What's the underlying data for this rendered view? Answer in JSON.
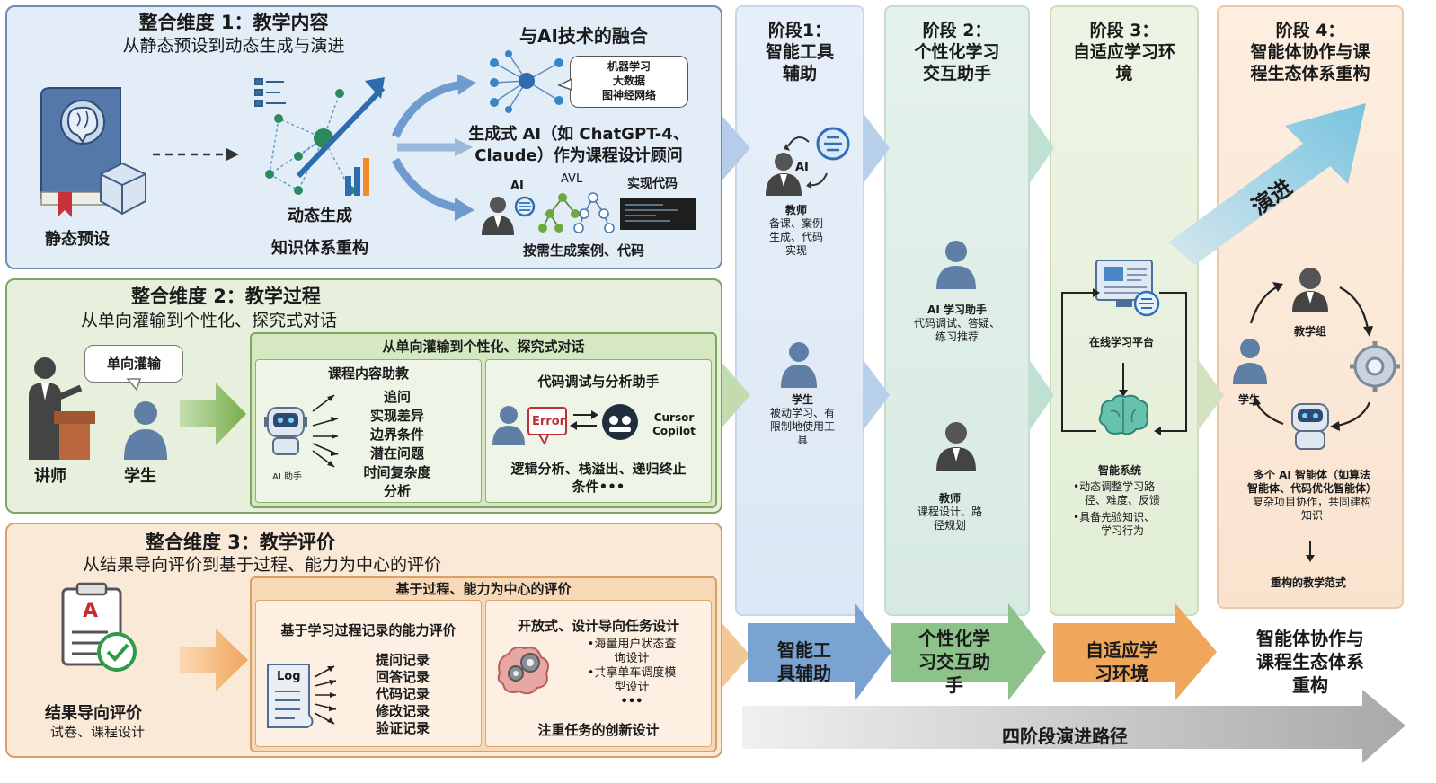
{
  "dim1": {
    "title": "整合维度 1：教学内容",
    "subtitle": "从静态预设到动态生成与演进",
    "static_label": "静态预设",
    "dynamic_label_1": "动态生成",
    "dynamic_label_2": "知识体系重构",
    "fusion_title": "与AI技术的融合",
    "bubble_lines": [
      "机器学习",
      "大数据",
      "图神经网络"
    ],
    "genai_line1": "生成式 AI（如 ChatGPT-4、",
    "genai_line2": "Claude）作为课程设计顾问",
    "ai_tag": "AI",
    "avl_tag": "AVL",
    "code_tag": "实现代码",
    "code_caption": "按需生成案例、代码"
  },
  "dim2": {
    "title": "整合维度 2：教学过程",
    "subtitle": "从单向灌输到个性化、探究式对话",
    "speech": "单向灌输",
    "lecturer": "讲师",
    "student": "学生",
    "box_header": "从单向灌输到个性化、探究式对话",
    "left_box_title": "课程内容助教",
    "ai_assistant": "AI 助手",
    "left_items": [
      "追问",
      "实现差异",
      "边界条件",
      "潜在问题",
      "时间复杂度",
      "分析"
    ],
    "right_box_title": "代码调试与分析助手",
    "error_tag": "Error",
    "cursor_label_1": "Cursor",
    "cursor_label_2": "Copilot",
    "right_caption_1": "逻辑分析、栈溢出、递归终止",
    "right_caption_2": "条件•••"
  },
  "dim3": {
    "title": "整合维度 3：教学评价",
    "subtitle": "从结果导向评价到基于过程、能力为中心的评价",
    "grade_letter": "A",
    "result_label": "结果导向评价",
    "result_sub": "试卷、课程设计",
    "box_header": "基于过程、能力为中心的评价",
    "left_box_title": "基于学习过程记录的能力评价",
    "log_tag": "Log",
    "records": [
      "提问记录",
      "回答记录",
      "代码记录",
      "修改记录",
      "验证记录"
    ],
    "right_box_title": "开放式、设计导向任务设计",
    "tasks": [
      "•海量用户状态查",
      "询设计",
      "•共享单车调度模",
      "型设计",
      "•••"
    ],
    "right_caption": "注重任务的创新设计"
  },
  "stages": {
    "s1": {
      "title": [
        "阶段1：",
        "智能工具",
        "辅助"
      ],
      "ai_tag": "AI",
      "teacher_label": "教师",
      "teacher_desc": [
        "备课、案例",
        "生成、代码",
        "实现"
      ],
      "student_label": "学生",
      "student_desc": [
        "被动学习、有",
        "限制地使用工",
        "具"
      ],
      "bottom": [
        "智能工",
        "具辅助"
      ]
    },
    "s2": {
      "title": [
        "阶段 2：",
        "个性化学习",
        "交互助手"
      ],
      "ai_label": "AI 学习助手",
      "ai_desc": [
        "代码调试、答疑、",
        "练习推荐"
      ],
      "teacher_label": "教师",
      "teacher_desc": [
        "课程设计、路",
        "径规划"
      ],
      "bottom": [
        "个性化学",
        "习交互助",
        "手"
      ]
    },
    "s3": {
      "title": [
        "阶段 3：",
        "自适应学习环",
        "境"
      ],
      "platform": "在线学习平台",
      "system": "智能系统",
      "system_desc": [
        "•动态调整学习路",
        "径、难度、反馈",
        "•具备先验知识、",
        "学习行为"
      ],
      "bottom": [
        "自适应学",
        "习环境"
      ]
    },
    "s4": {
      "title": [
        "阶段 4：",
        "智能体协作与课",
        "程生态体系重构"
      ],
      "evolve": "演进",
      "group": "教学组",
      "student": "学生",
      "agents": [
        "多个 AI 智能体（如算法",
        "智能体、代码优化智能体）",
        "复杂项目协作，共同建构",
        "知识"
      ],
      "paradigm": "重构的教学范式",
      "bottom": [
        "智能体协作与",
        "课程生态体系",
        "重构"
      ]
    },
    "path_label": "四阶段演进路径"
  },
  "colors": {
    "blue": "#e3edf8",
    "green": "#e6f0dc",
    "orange": "#fbe9d7",
    "blue_border": "#6f8eb5",
    "green_border": "#7ea562",
    "orange_border": "#d9a066"
  }
}
